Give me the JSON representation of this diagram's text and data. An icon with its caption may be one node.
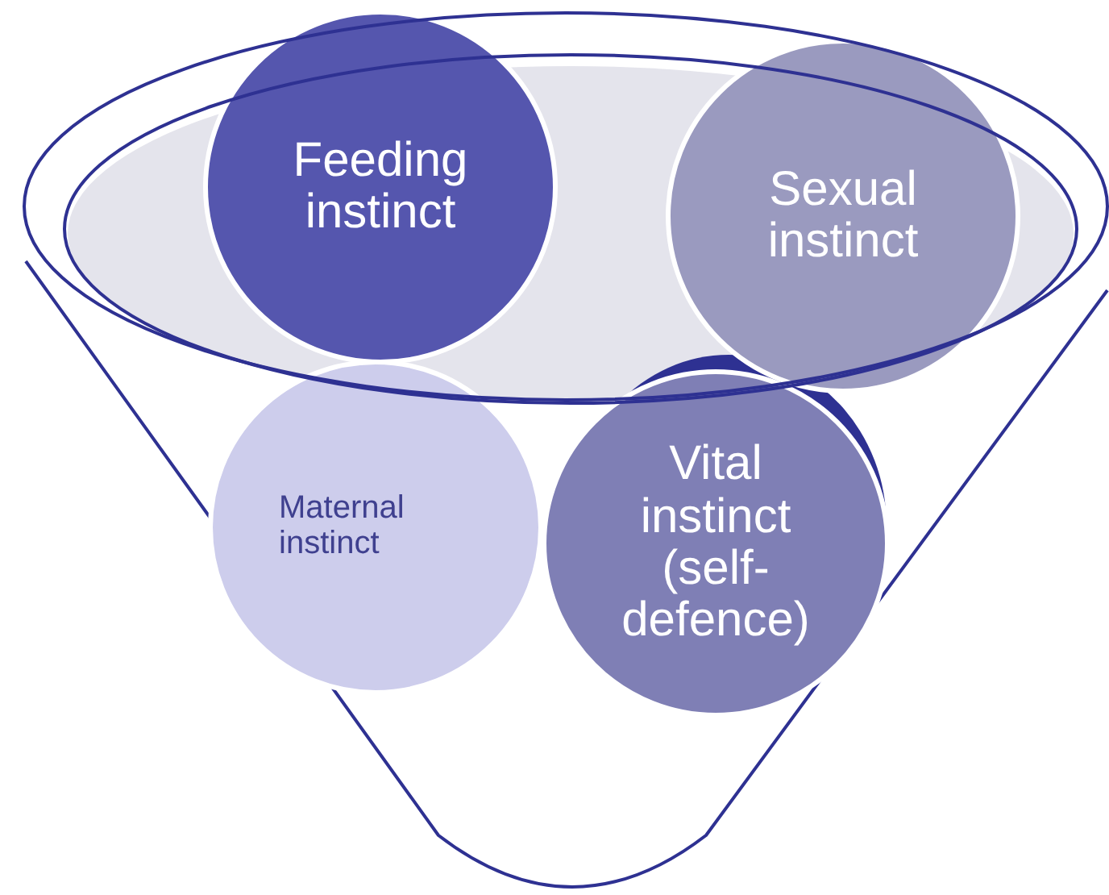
{
  "diagram": {
    "nodes": [
      {
        "text": [
          "Feeding instinct"
        ]
      },
      {
        "text": [
          "Sexual instinct"
        ]
      },
      {
        "text": [
          "Maternal instinct"
        ]
      },
      {
        "text": [
          "Vital instinct (self-defence)"
        ]
      }
    ]
  }
}
